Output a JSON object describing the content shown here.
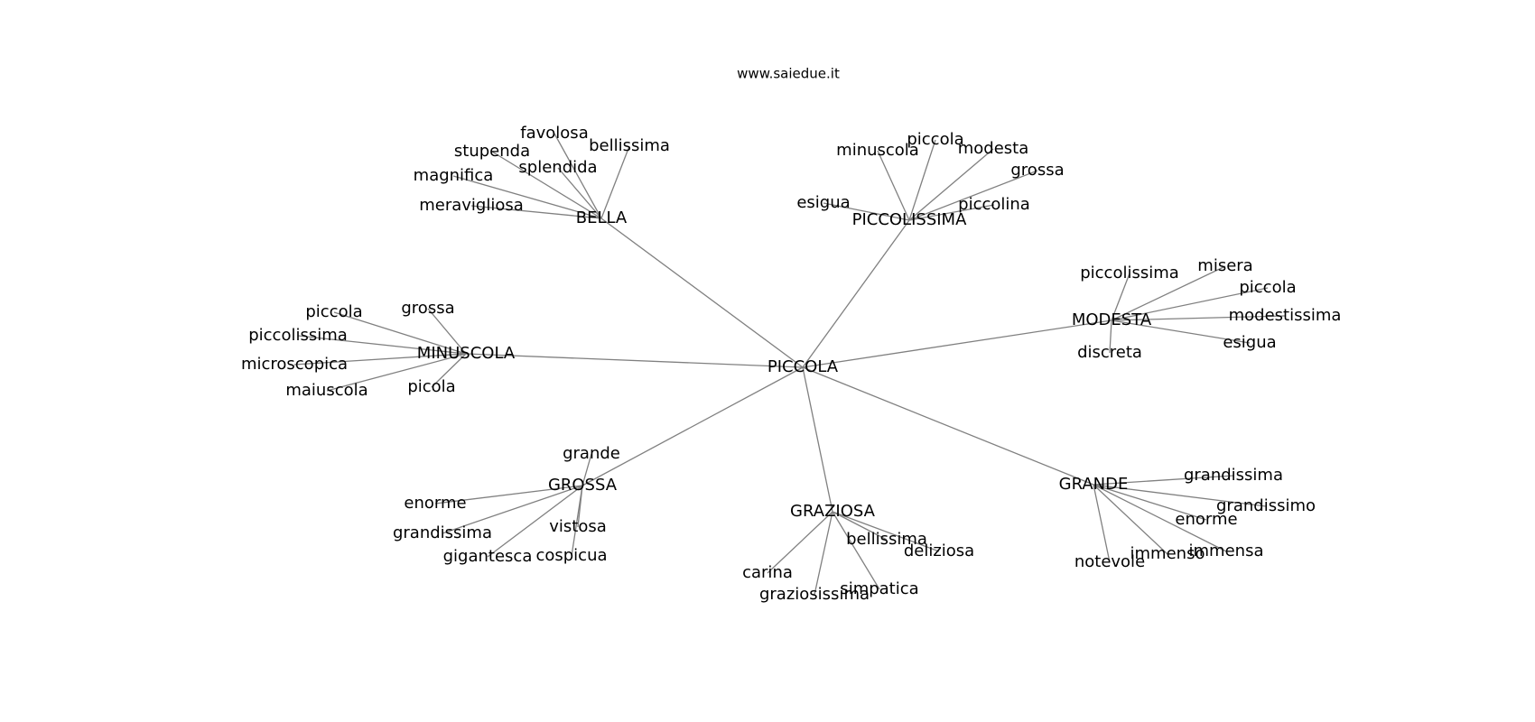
{
  "title": "www.saiedue.it",
  "root": "PICCOLA",
  "clusters": [
    {
      "hub": "BELLA",
      "leaves": [
        "favolosa",
        "bellissima",
        "stupenda",
        "splendida",
        "magnifica",
        "meravigliosa"
      ]
    },
    {
      "hub": "PICCOLISSIMA",
      "leaves": [
        "piccola",
        "minuscola",
        "modesta",
        "grossa",
        "esigua",
        "piccolina"
      ]
    },
    {
      "hub": "MODESTA",
      "leaves": [
        "piccolissima",
        "misera",
        "piccola",
        "modestissima",
        "esigua",
        "discreta"
      ]
    },
    {
      "hub": "MINUSCOLA",
      "leaves": [
        "piccola",
        "grossa",
        "piccolissima",
        "microscopica",
        "maiuscola",
        "picola"
      ]
    },
    {
      "hub": "GROSSA",
      "leaves": [
        "grande",
        "enorme",
        "grandissima",
        "vistosa",
        "gigantesca",
        "cospicua"
      ]
    },
    {
      "hub": "GRAZIOSA",
      "leaves": [
        "bellissima",
        "deliziosa",
        "carina",
        "simpatica",
        "graziosissima"
      ]
    },
    {
      "hub": "GRANDE",
      "leaves": [
        "grandissima",
        "grandissimo",
        "enorme",
        "immensa",
        "immenso",
        "notevole"
      ]
    }
  ]
}
